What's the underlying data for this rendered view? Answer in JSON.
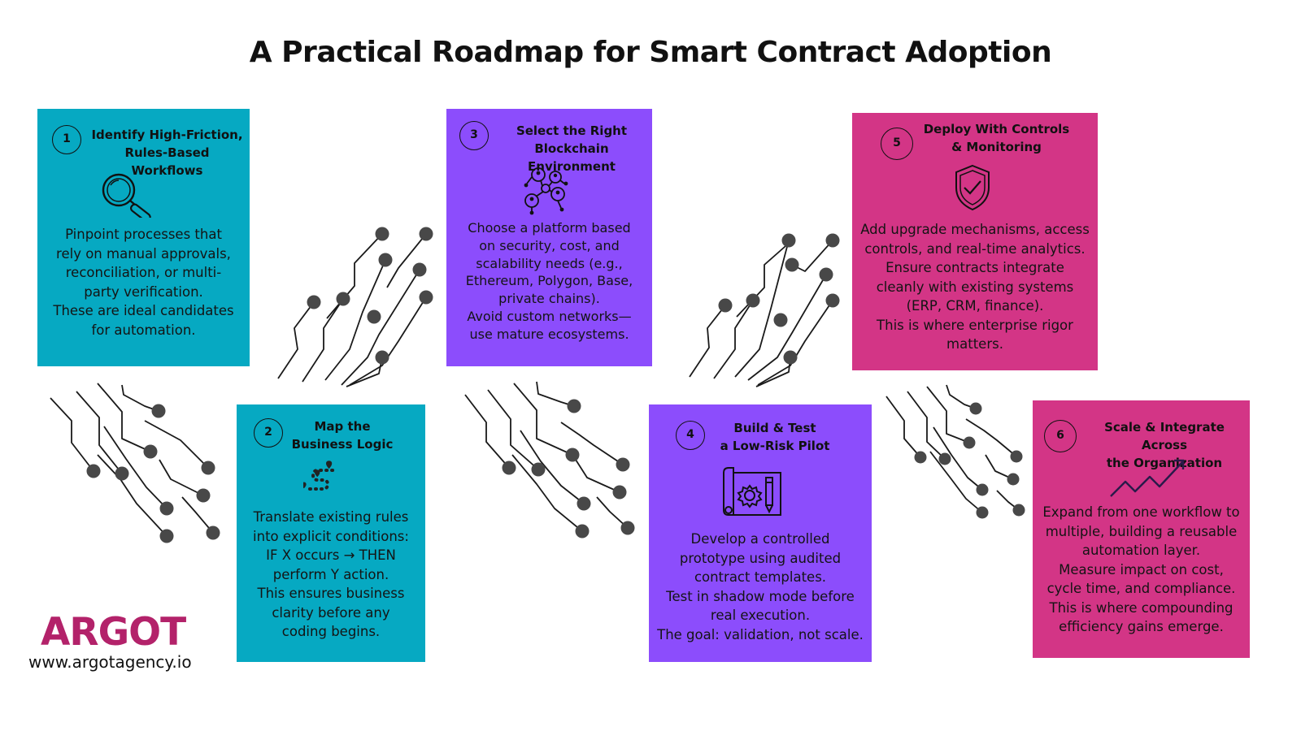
{
  "title": "A Practical Roadmap for Smart Contract Adoption",
  "colors": {
    "teal": "#06A9C2",
    "purple": "#8C4DFC",
    "magenta": "#D33586",
    "brand": "#B3226A"
  },
  "steps": [
    {
      "number": "1",
      "title": [
        "Identify High-Friction,",
        "Rules-Based Workflows"
      ],
      "icon": "magnifier-icon",
      "body": [
        "Pinpoint processes that",
        "rely on manual approvals,",
        "reconciliation, or multi-",
        "party verification.",
        "These are ideal candidates",
        "for automation."
      ]
    },
    {
      "number": "2",
      "title": [
        "Map the",
        "Business Logic"
      ],
      "icon": "route-path-icon",
      "body": [
        "Translate existing rules",
        "into explicit conditions:",
        "IF X occurs → THEN",
        "perform Y action.",
        "This ensures business",
        "clarity before any",
        "coding begins."
      ]
    },
    {
      "number": "3",
      "title": [
        "Select the Right",
        "Blockchain Environment"
      ],
      "icon": "network-nodes-icon",
      "body": [
        "Choose a platform based",
        "on security, cost, and",
        "scalability needs (e.g.,",
        "Ethereum, Polygon, Base,",
        "private chains).",
        "Avoid custom networks—",
        "use mature ecosystems."
      ]
    },
    {
      "number": "4",
      "title": [
        "Build & Test",
        "a Low-Risk Pilot"
      ],
      "icon": "blueprint-gear-icon",
      "body": [
        "Develop a controlled",
        "prototype using audited",
        "contract templates.",
        "Test in shadow mode before",
        "real execution.",
        "The goal: validation, not scale."
      ]
    },
    {
      "number": "5",
      "title": [
        "Deploy With Controls",
        "& Monitoring"
      ],
      "icon": "shield-check-icon",
      "body": [
        "Add upgrade mechanisms, access",
        "controls, and real-time analytics.",
        "Ensure contracts integrate",
        "cleanly with existing systems",
        "(ERP, CRM, finance).",
        "This is where enterprise rigor",
        "matters."
      ]
    },
    {
      "number": "6",
      "title": [
        "Scale & Integrate Across",
        "the Organization"
      ],
      "icon": "trend-arrow-icon",
      "body": [
        "Expand from one workflow to",
        "multiple, building a reusable",
        "automation layer.",
        "Measure impact on cost,",
        "cycle time, and compliance.",
        "This is where compounding",
        "efficiency gains emerge."
      ]
    }
  ],
  "brand": {
    "logo_text": "ARGOT",
    "website": "www.argotagency.io"
  }
}
